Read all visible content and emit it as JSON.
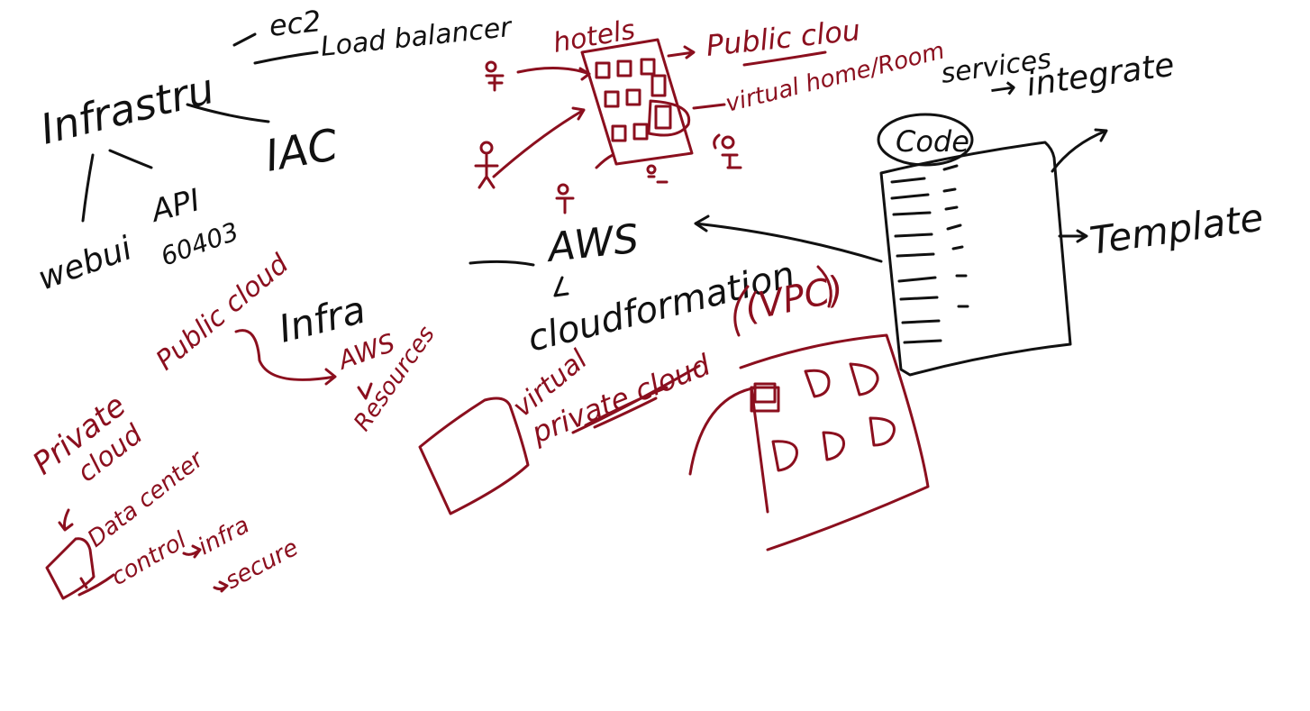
{
  "colors": {
    "ink_black": "#111111",
    "ink_red": "#8b0f1e",
    "background": "#ffffff"
  },
  "notes": {
    "infrastructure": "Infrastru",
    "ec2": "ec2",
    "load_balancer": "Load balancer",
    "iac": "IAC",
    "webui": "webui",
    "api": "API",
    "api_sub": "60403",
    "hotels": "hotels",
    "public_cloud_top": "Public clou",
    "virtual_room": "virtual home/Room",
    "services": "services",
    "integrate": "→ integrate",
    "code": "Code",
    "template": "Template",
    "aws": "AWS",
    "cloudformation": "cloudformation",
    "public_cloud_mid": "Public cloud",
    "infra": "Infra",
    "aws_resources_1": "AWS",
    "aws_resources_2": "Resources",
    "virtual": "virtual",
    "private_cloud": "private cloud",
    "vpc": "(VPC)",
    "private_cloud_left_1": "Private",
    "private_cloud_left_2": "cloud",
    "data_center": "Data center",
    "control": "control",
    "infra_secure_1": "infra",
    "infra_secure_2": "secure"
  }
}
